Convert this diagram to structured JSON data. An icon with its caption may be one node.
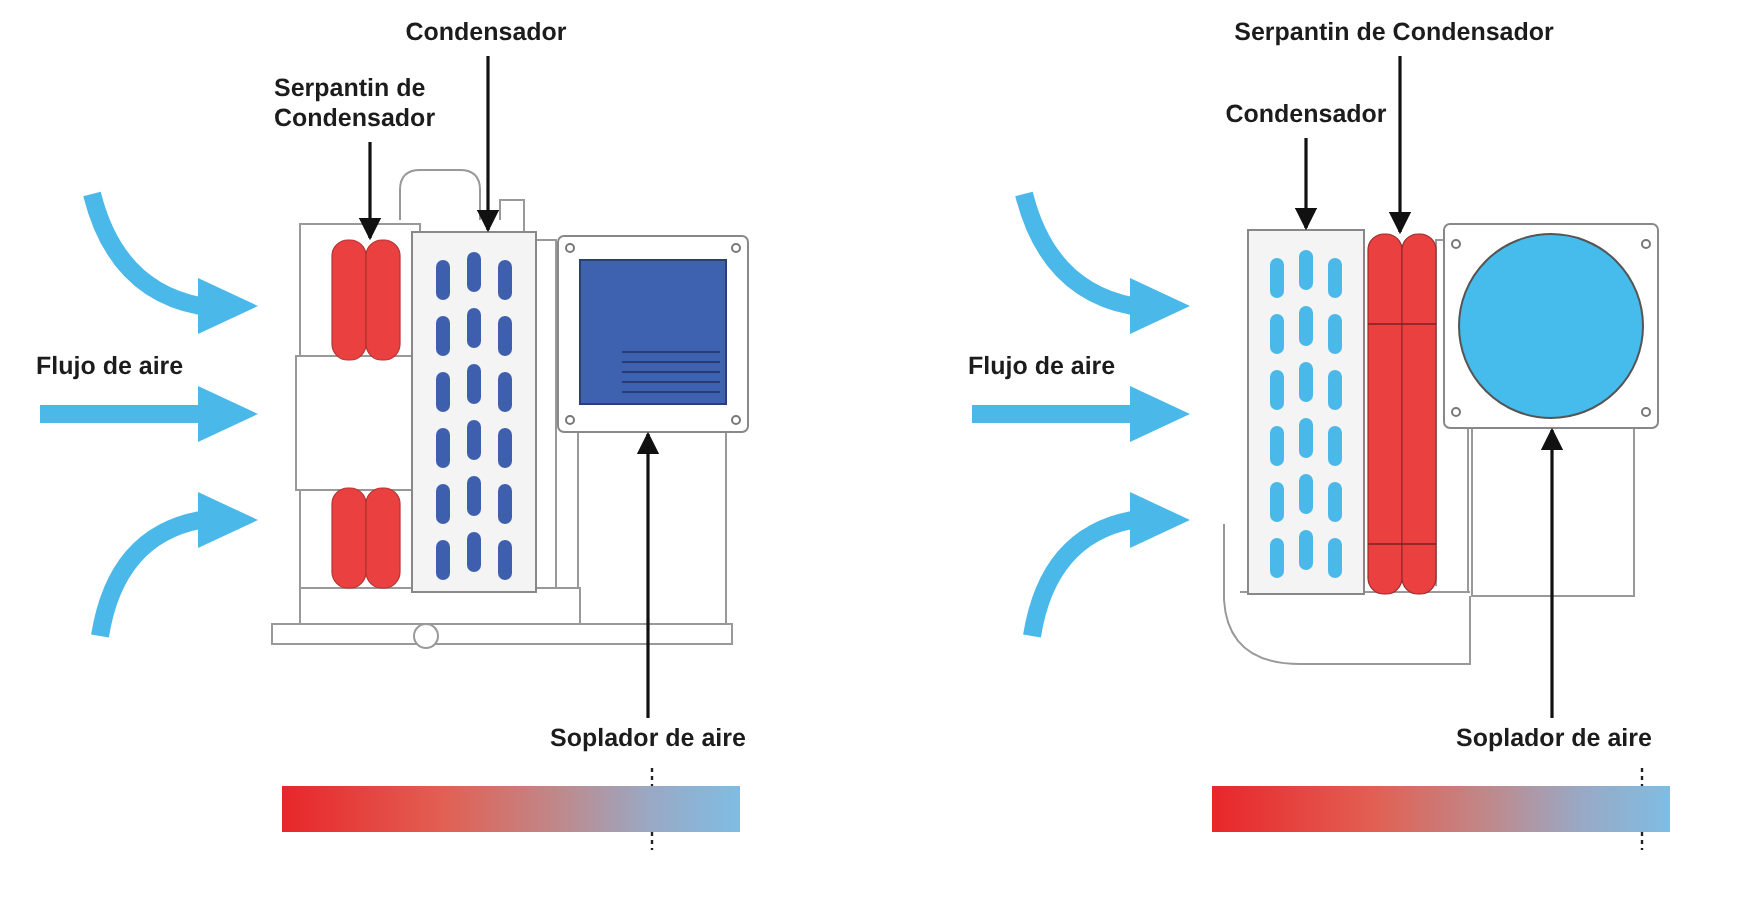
{
  "diagram": {
    "nodes": [
      {
        "text": [
          "Condensador"
        ]
      },
      {
        "text": [
          "Serpantin de Condensador"
        ]
      },
      {
        "text": [],
        "shape": "box"
      },
      {
        "text": [],
        "shape": "box"
      },
      {
        "text": [],
        "shape": "box"
      },
      {
        "text": [
          "Soplador de aire"
        ]
      },
      {
        "text": [
          "Serpantin de Condensador"
        ]
      },
      {
        "text": [
          "Condensador"
        ]
      },
      {
        "text": [],
        "shape": "box"
      },
      {
        "text": [],
        "shape": "box"
      },
      {
        "text": [],
        "shape": "box"
      },
      {
        "text": [
          "Soplador de aire"
        ]
      },
      {
        "text": [],
        "shape": "bar"
      },
      {
        "text": [],
        "shape": "bar"
      }
    ],
    "edges": [
      {
        "from": 0,
        "to": 3,
        "arrow": "to"
      },
      {
        "from": 1,
        "to": 2,
        "arrow": "to"
      },
      {
        "from": 5,
        "to": 4,
        "arrow": "to"
      },
      {
        "from": 6,
        "to": 9,
        "arrow": "to"
      },
      {
        "from": 7,
        "to": 8,
        "arrow": "to"
      },
      {
        "from": 11,
        "to": 10,
        "arrow": "to"
      }
    ],
    "labels": [
      "Flujo de aire",
      "Flujo de aire"
    ]
  }
}
